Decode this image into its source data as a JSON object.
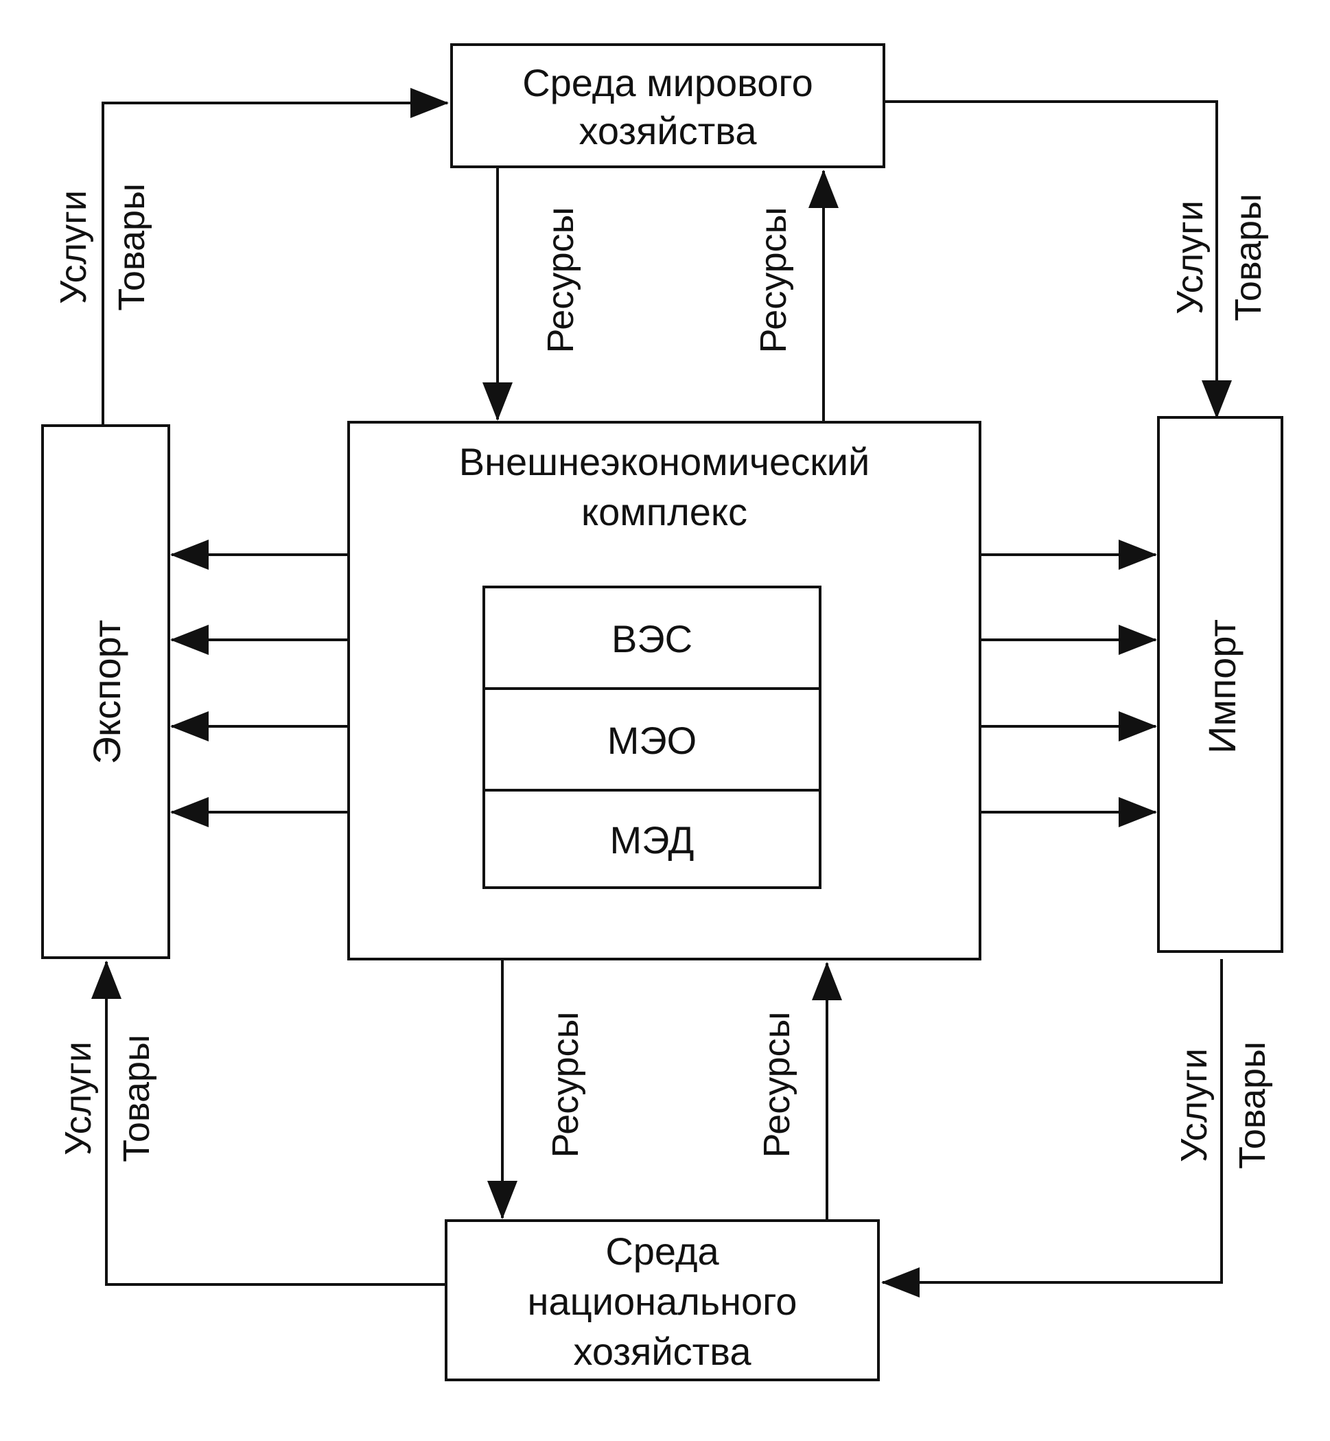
{
  "nodes": {
    "world": {
      "line1": "Среда мирового",
      "line2": "хозяйства"
    },
    "complex": {
      "line1": "Внешнеэкономический",
      "line2": "комплекс"
    },
    "complex_items": [
      "ВЭС",
      "МЭО",
      "МЭД"
    ],
    "export": "Экспорт",
    "import": "Импорт",
    "national": {
      "line1": "Среда",
      "line2": "национального",
      "line3": "хозяйства"
    }
  },
  "edge_labels": {
    "services": "Услуги",
    "goods": "Товары",
    "resources": "Ресурсы"
  }
}
